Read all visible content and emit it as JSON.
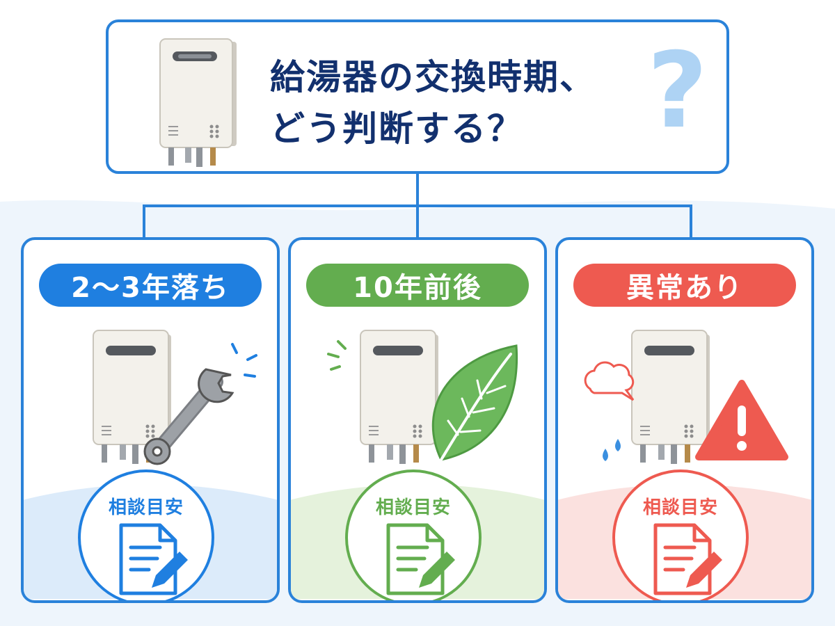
{
  "title": {
    "line1": "給湯器の交換時期、",
    "line2": "どう判断する？",
    "question_mark": "?",
    "heater_icon": "water-heater-icon"
  },
  "colors": {
    "frame": "#2a82d9",
    "title_text": "#12306e",
    "question_mark": "#aed3f4"
  },
  "cards": [
    {
      "label": "2〜3年落ち",
      "accent": "#1f7fe0",
      "tint": "#dcebfa",
      "illustration": "wrench-icon",
      "badge_label": "相談目安",
      "badge_icon": "document-pencil-icon"
    },
    {
      "label": "10年前後",
      "accent": "#63ad4f",
      "tint": "#e5f2dc",
      "illustration": "leaf-icon",
      "badge_label": "相談目安",
      "badge_icon": "document-pencil-icon"
    },
    {
      "label": "異常あり",
      "accent": "#ee5a50",
      "tint": "#fbe1df",
      "illustration": "warning-icon",
      "badge_label": "相談目安",
      "badge_icon": "document-pencil-icon"
    }
  ]
}
